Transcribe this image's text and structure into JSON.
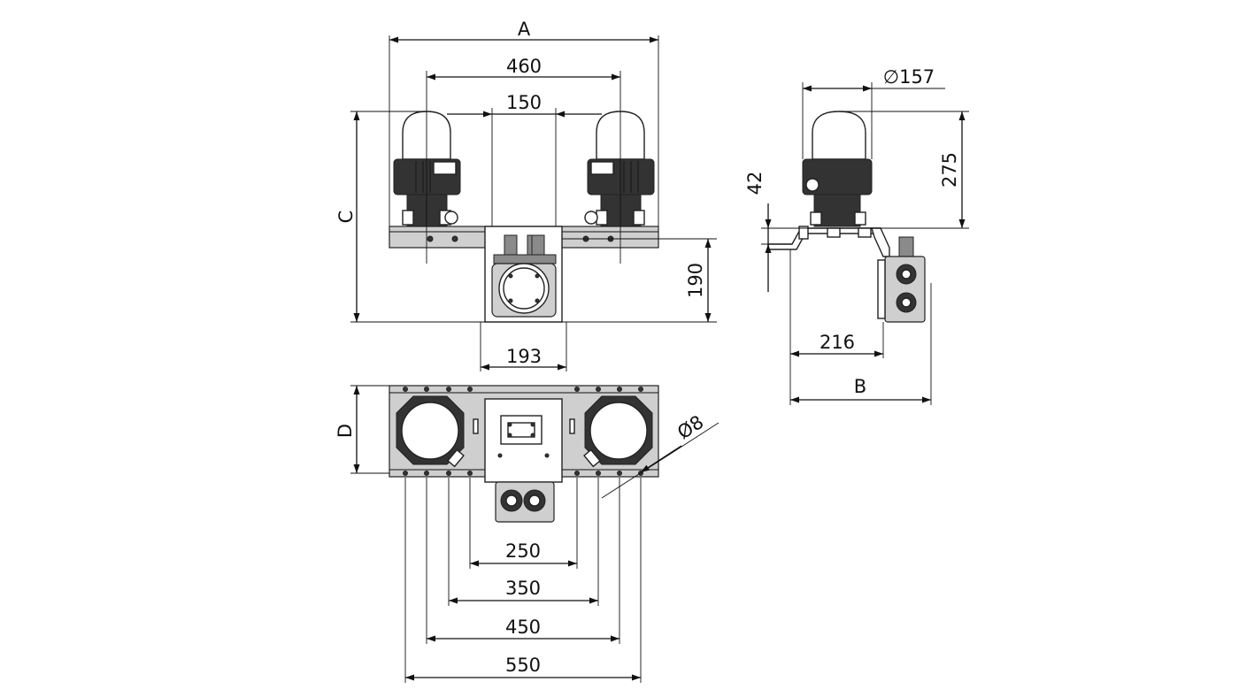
{
  "dimensions": {
    "a": "A",
    "w460": "460",
    "w150": "150",
    "c": "C",
    "h190": "190",
    "w193": "193",
    "d157": "∅157",
    "h42": "42",
    "h275": "275",
    "w216": "216",
    "b": "B",
    "d": "D",
    "hole8": "Ø8",
    "w250": "250",
    "w350": "350",
    "w450": "450",
    "w550": "550"
  }
}
